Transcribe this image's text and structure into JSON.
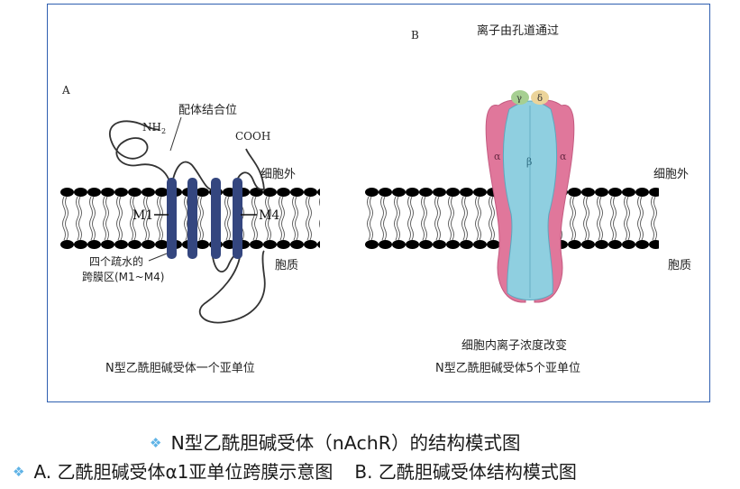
{
  "panel_a": {
    "letter": "A",
    "ligand_site": "配体结合位",
    "nh2": "NH",
    "nh2_sub": "2",
    "cooh": "COOH",
    "extracellular": "细胞外",
    "cytoplasm": "胞质",
    "m1": "M1",
    "m4": "M4",
    "hydrophobic_line1": "四个疏水的",
    "hydrophobic_line2": "跨膜区(M1~M4)",
    "caption": "N型乙酰胆碱受体一个亚单位"
  },
  "panel_b": {
    "letter": "B",
    "ion_pass": "离子由孔道通过",
    "extracellular": "细胞外",
    "cytoplasm": "胞质",
    "alpha": "α",
    "beta": "β",
    "gamma": "γ",
    "delta": "δ",
    "ion_change": "细胞内离子浓度改变",
    "caption": "N型乙酰胆碱受体5个亚单位"
  },
  "captions": {
    "title": "N型乙酰胆碱受体（nAchR）的结构模式图",
    "sub_a": "A. 乙酰胆碱受体α1亚单位跨膜示意图",
    "sub_b": "B. 乙酰胆碱受体结构模式图"
  },
  "colors": {
    "frame_border": "#2f5fb0",
    "helix": "#34467f",
    "alpha_subunit": "#e0779b",
    "beta_subunit": "#8fcfe0",
    "gamma_subunit": "#a6cf92",
    "delta_subunit": "#ecd49a",
    "bullet": "#5fb3e6"
  },
  "icons": [
    "diamond-bullet-icon"
  ]
}
